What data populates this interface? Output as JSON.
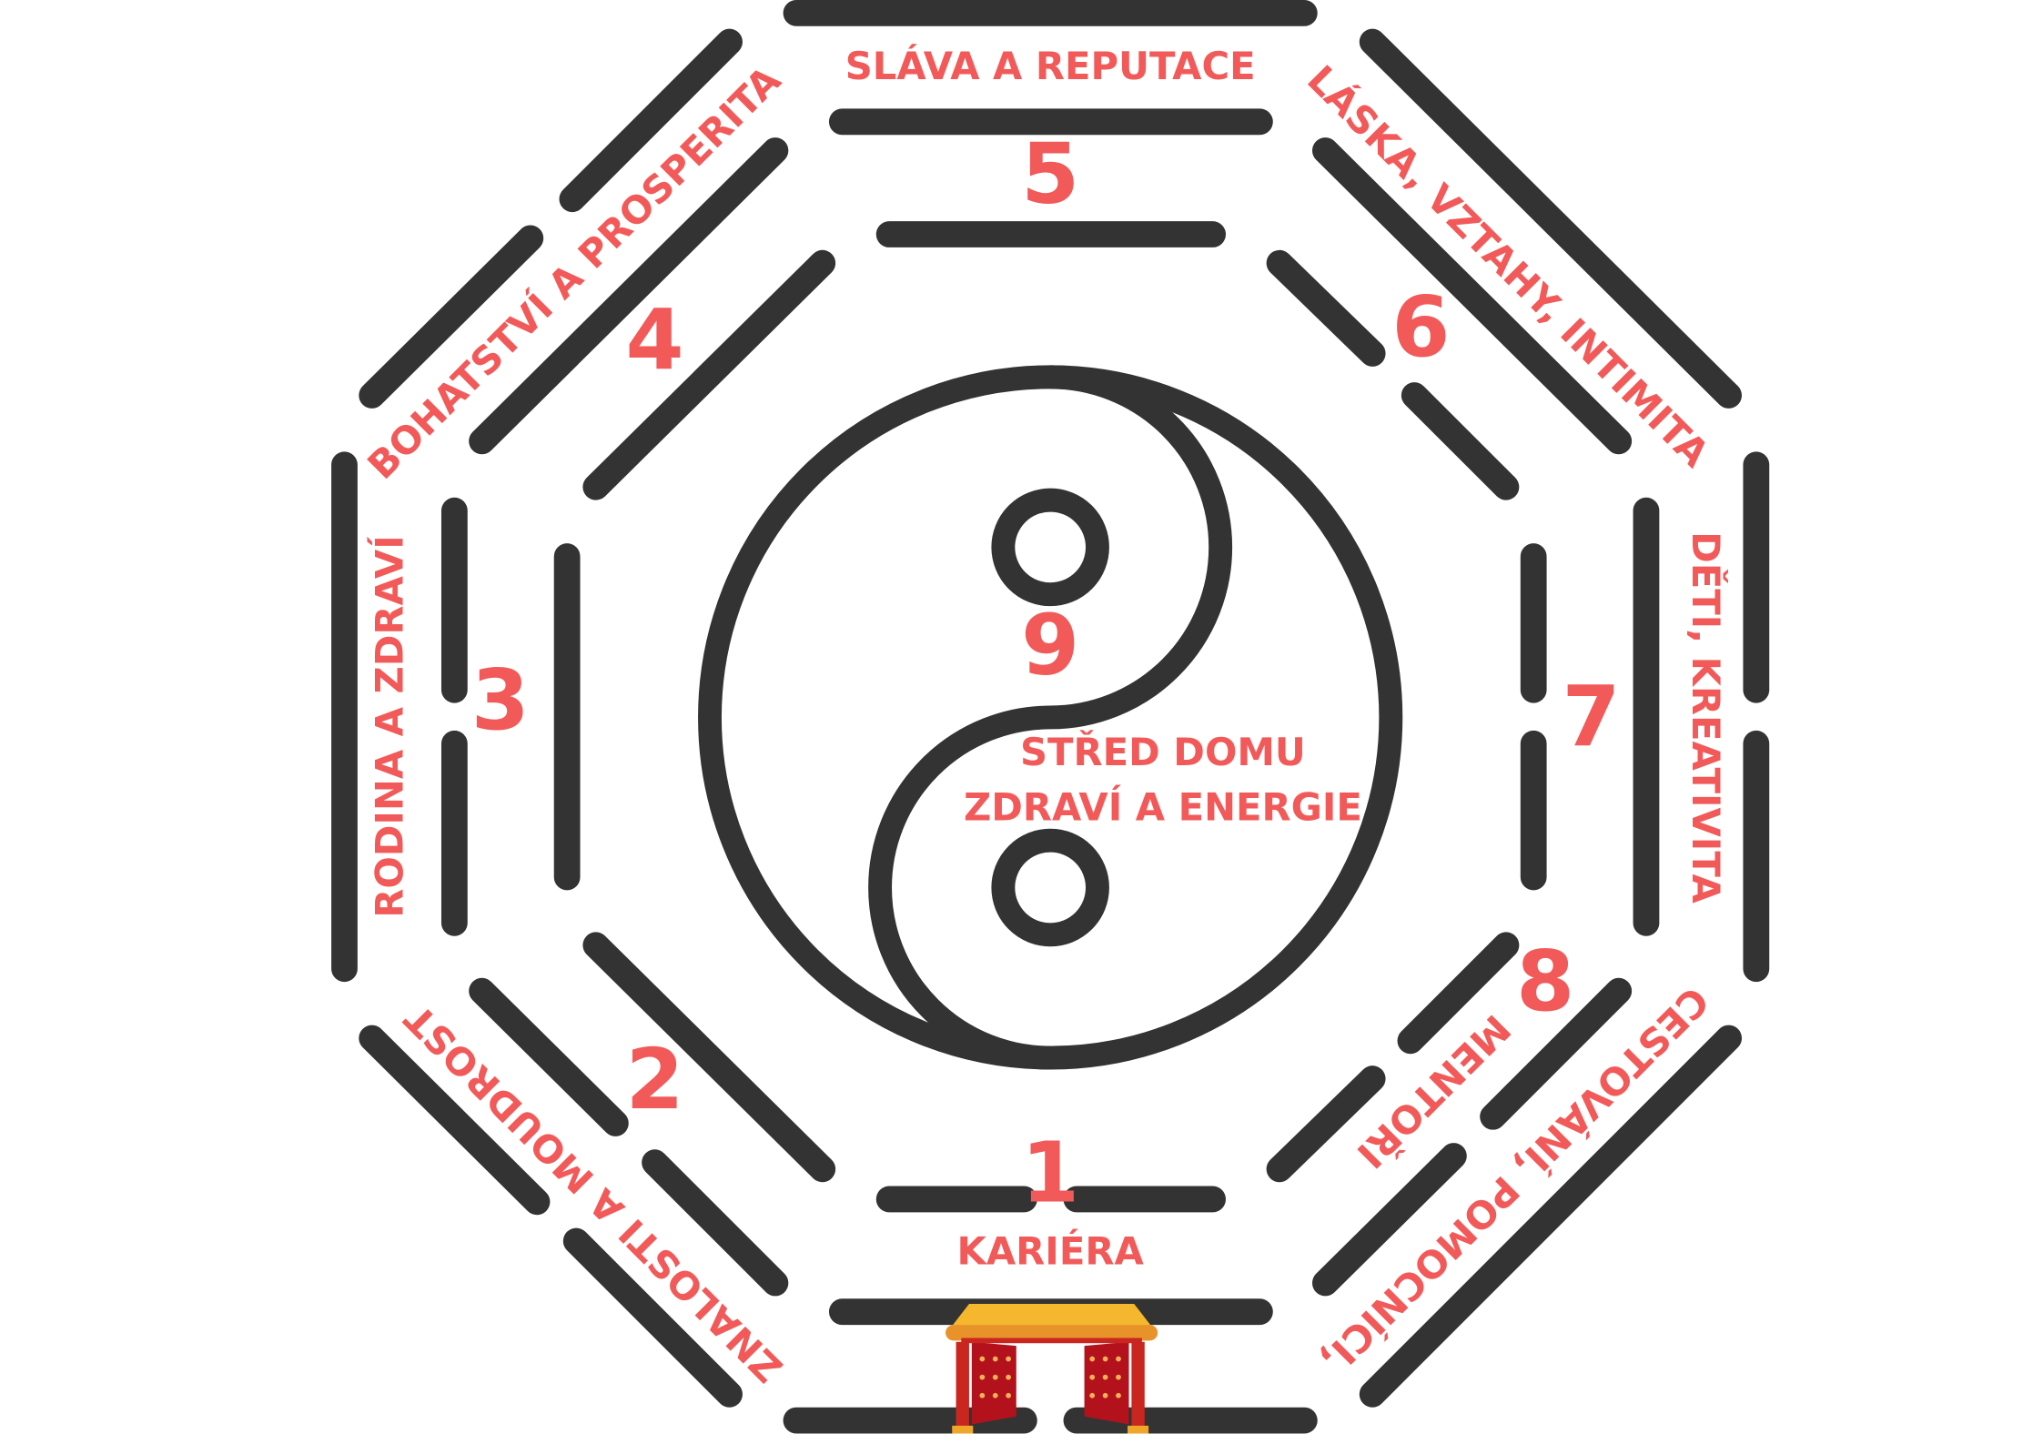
{
  "colors": {
    "line": "#333333",
    "label": "#f25a5a"
  },
  "areas": {
    "fame": {
      "label": "SLÁVA A REPUTACE",
      "number": "5"
    },
    "wealth": {
      "label": "BOHATSTVÍ A PROSPERITA",
      "number": "4"
    },
    "love": {
      "label": "LÁSKA, VZTAHY, INTIMITA",
      "number": "6"
    },
    "family": {
      "label": "RODINA A ZDRAVÍ",
      "number": "3"
    },
    "children": {
      "label": "DĚTI, KREATIVITA",
      "number": "7"
    },
    "knowledge": {
      "label": "ZNALOSTI A MOUDROST",
      "number": "2"
    },
    "travel": {
      "label": "CESTOVÁNÍ, POMOCNÍCI,",
      "mentors": "MENTOŘI",
      "number": "8"
    },
    "career": {
      "label": "KARIÉRA",
      "number": "1"
    },
    "center": {
      "line1": "STŘED DOMU",
      "line2": "ZDRAVÍ A ENERGIE",
      "number": "9"
    }
  },
  "icons": {
    "center": "yin-yang-icon",
    "entrance": "chinese-gate-icon"
  }
}
